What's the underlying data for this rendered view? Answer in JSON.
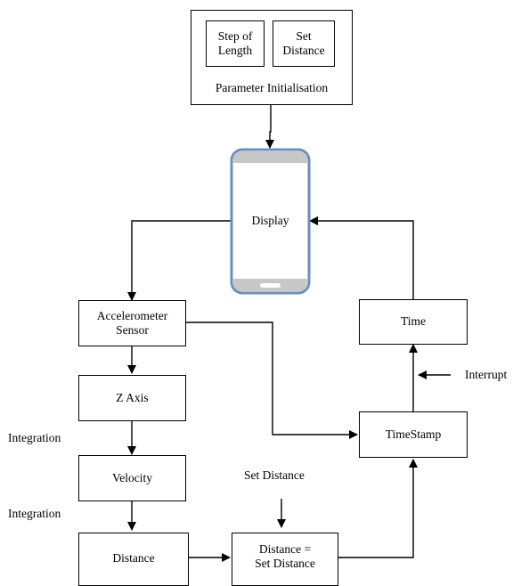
{
  "parameter_init": {
    "step_of_length": "Step of\nLength",
    "set_distance": "Set\nDistance",
    "title": "Parameter Initialisation"
  },
  "phone": {
    "screen_label": "Display"
  },
  "boxes": {
    "accelerometer": "Accelerometer\nSensor",
    "z_axis": "Z Axis",
    "velocity": "Velocity",
    "distance": "Distance",
    "distance_check": "Distance =\nSet Distance",
    "timestamp": "TimeStamp",
    "time": "Time"
  },
  "labels": {
    "integration_1": "Integration",
    "integration_2": "Integration",
    "set_distance_input": "Set Distance",
    "interrupt": "Interrupt"
  },
  "colors": {
    "phone_frame": "#6c8ebf",
    "phone_bar": "#c8c8c8"
  }
}
